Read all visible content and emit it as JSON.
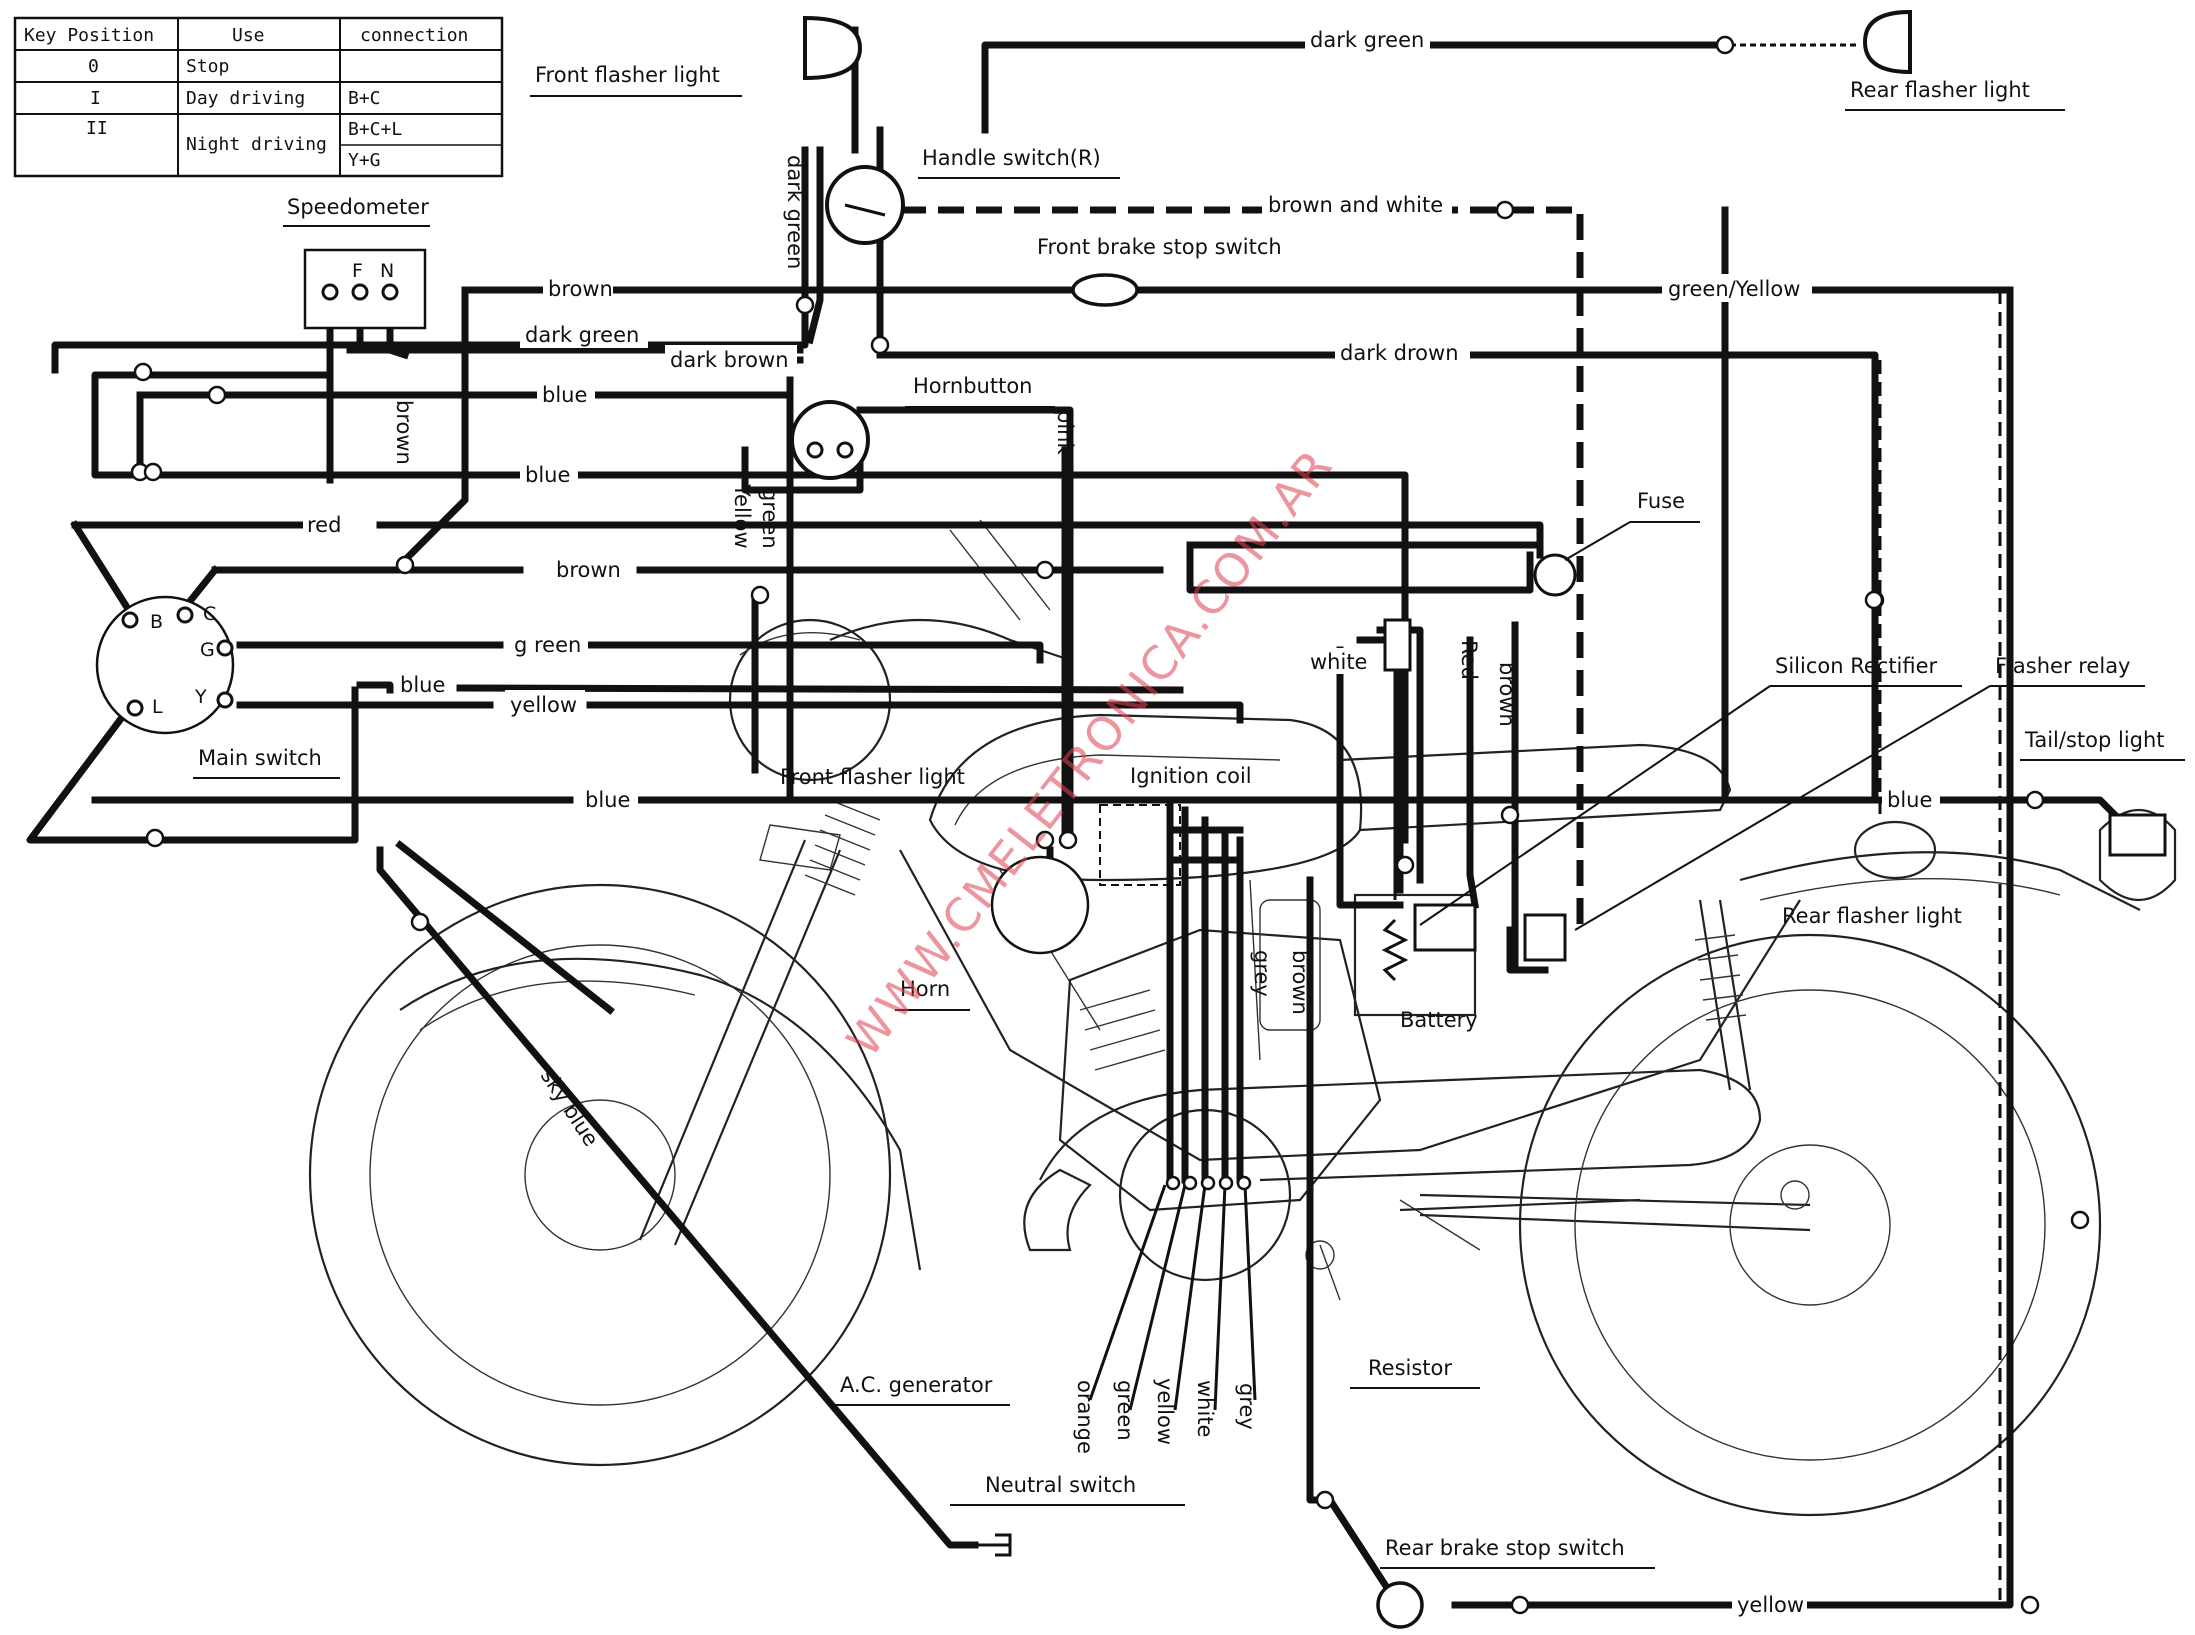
{
  "key_table": {
    "headers": [
      "Key Position",
      "Use",
      "connection"
    ],
    "rows": [
      {
        "position": "0",
        "use": "Stop",
        "connection": ""
      },
      {
        "position": "I",
        "use": "Day driving",
        "connection": "B+C"
      },
      {
        "position": "II",
        "use": "Night driving",
        "connection": "B+C+L",
        "connection2": "Y+G"
      }
    ]
  },
  "components": {
    "speedometer": "Speedometer",
    "speedo_F": "F",
    "speedo_N": "N",
    "front_flasher_top": "Front flasher light",
    "rear_flasher_top": "Rear flasher  light",
    "handle_switch": "Handle switch(R)",
    "front_brake": "Front brake stop switch",
    "hornbutton": "Hornbutton",
    "fuse": "Fuse",
    "silicon_rectifier": "Silicon Rectifier",
    "flasher_relay": "Flasher relay",
    "tail_stop": "Tail/stop light",
    "main_switch": "Main switch",
    "ms_B": "B",
    "ms_C": "C",
    "ms_G": "G",
    "ms_Y": "Y",
    "ms_L": "L",
    "front_flasher_mid": "Front flasher light",
    "ignition_coil": "Ignition coil",
    "rear_flasher_right": "Rear flasher light",
    "horn": "Horn",
    "battery": "Battery",
    "resistor": "Resistor",
    "ac_generator": "A.C. generator",
    "neutral_switch": "Neutral switch",
    "rear_brake": "Rear brake stop switch"
  },
  "wire_labels": {
    "dark_green_top": "dark green",
    "brown_and_white": "brown and white",
    "green_yellow": "green/Yellow",
    "dark_drown": "dark drown",
    "brown_1": "brown",
    "dark_green_1": "dark green",
    "dark_brown_1": "dark brown",
    "blue_1": "blue",
    "blue_2": "blue",
    "red_1": "red",
    "brown_2": "brown",
    "green_1": "g reen",
    "blue_3": "blue",
    "yellow_1": "yellow",
    "blue_4": "blue",
    "blue_5": "blue",
    "white_1": "white",
    "red_v": "Red",
    "brown_v": "brown",
    "dark_green_v": "dark green",
    "brown_v2": "brown",
    "pink_v": "pink",
    "yellow_v": "Yellow",
    "green_v": "green",
    "grey_v": "grey",
    "brown_v3": "brown",
    "sky_blue": "sky blue",
    "orange_v": "orange",
    "green_v2": "green",
    "yellow_v2": "yellow",
    "white_v": "white",
    "grey_v2": "grey",
    "yellow_bottom": "yellow"
  },
  "watermark": "WWW.CMELETRONICA.COM.AR",
  "colors": {
    "ink": "#111111",
    "watermark": "#e04050",
    "paper": "#ffffff"
  }
}
